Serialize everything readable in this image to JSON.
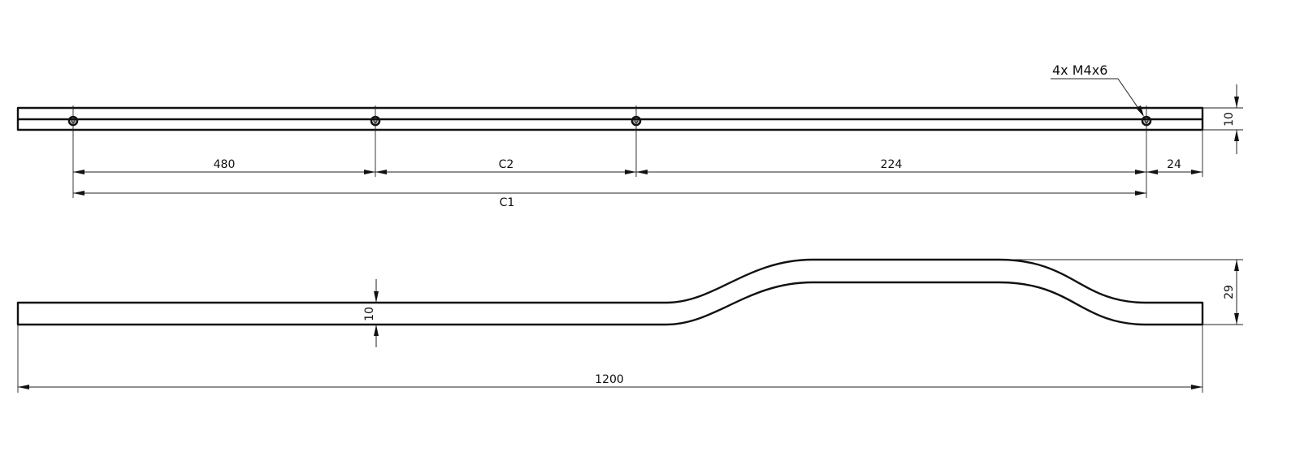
{
  "top_view": {
    "hole_count": 4,
    "callout": "4x M4x6",
    "dimensions": {
      "spacing_left": "480",
      "spacing_center": "C2",
      "spacing_right": "224",
      "end_offset": "24",
      "overall_holes": "C1",
      "height": "10"
    }
  },
  "side_view": {
    "dimensions": {
      "thickness": "10",
      "offset_height": "29",
      "overall_length": "1200"
    }
  },
  "colors": {
    "line": "#111111",
    "background": "#ffffff"
  }
}
